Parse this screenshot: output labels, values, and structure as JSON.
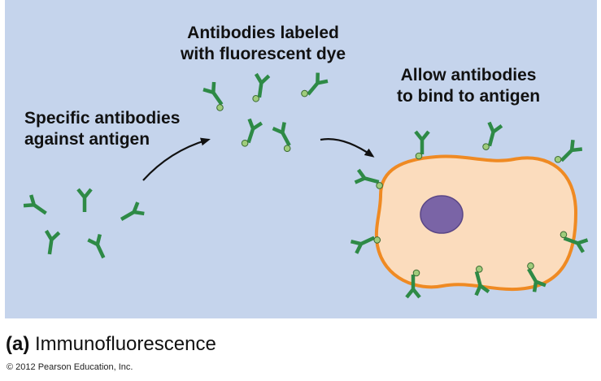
{
  "figure": {
    "label_specific": [
      "Specific antibodies",
      "against antigen"
    ],
    "label_labeled": [
      "Antibodies labeled",
      "with fluorescent dye"
    ],
    "label_bind": [
      "Allow antibodies",
      "to bind to antigen"
    ]
  },
  "caption": {
    "letter": "(a)",
    "title": "Immunofluorescence"
  },
  "copyright": "© 2012 Pearson Education, Inc.",
  "colors": {
    "panel": "#c5d4ec",
    "antibody": "#2e8a46",
    "dye": "#9fcc7c",
    "cytoplasm": "#fbdcbd",
    "membrane": "#ef8a23",
    "nucleus": "#7a64a6",
    "arrow": "#111111"
  }
}
